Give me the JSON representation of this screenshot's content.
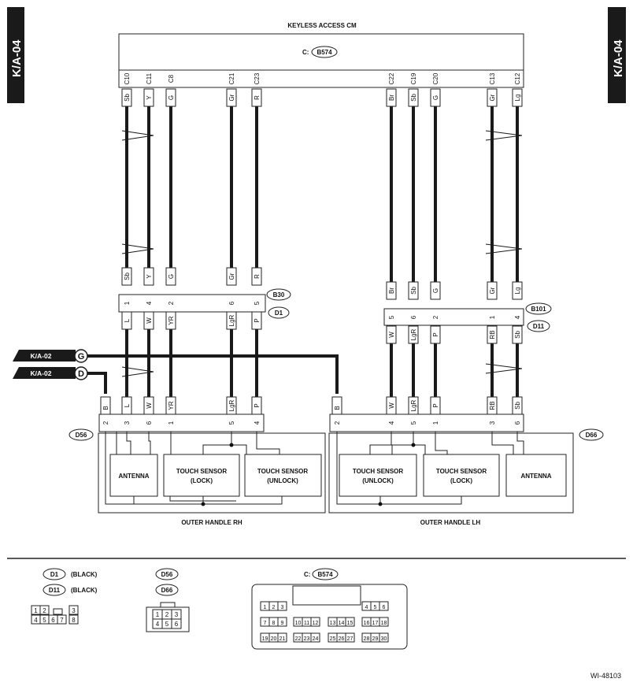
{
  "page_labels": {
    "left_tab": "K/A-04",
    "right_tab": "K/A-04",
    "footer_id": "WI-48103"
  },
  "module": {
    "title": "KEYLESS ACCESS CM",
    "conn_prefix": "C:",
    "conn_id": "B574"
  },
  "left_wires": [
    {
      "pin": "C10",
      "top": "Sb",
      "b30pin": "1",
      "mid": "L",
      "low": "L",
      "d56pin": "3"
    },
    {
      "pin": "C11",
      "top": "Y",
      "b30pin": "4",
      "mid": "W",
      "low": "W",
      "d56pin": "6"
    },
    {
      "pin": "C8",
      "top": "G",
      "b30pin": "2",
      "mid": "YR",
      "low": "YR",
      "d56pin": "1"
    },
    {
      "pin": "C21",
      "top": "Gr",
      "b30pin": "6",
      "mid": "LgR",
      "low": "LgR",
      "d56pin": "5"
    },
    {
      "pin": "C23",
      "top": "R",
      "b30pin": "5",
      "mid": "P",
      "low": "P",
      "d56pin": "4"
    }
  ],
  "right_wires": [
    {
      "pin": "C22",
      "top": "Br",
      "b101pin": "5",
      "mid": "W",
      "low": "W",
      "d66pin": "4"
    },
    {
      "pin": "C19",
      "top": "Sb",
      "b101pin": "6",
      "mid": "LgR",
      "low": "LgR",
      "d66pin": "5"
    },
    {
      "pin": "C20",
      "top": "G",
      "b101pin": "2",
      "mid": "P",
      "low": "P",
      "d66pin": "1"
    },
    {
      "pin": "C13",
      "top": "Gr",
      "b101pin": "1",
      "mid": "RB",
      "low": "RB",
      "d66pin": "3"
    },
    {
      "pin": "C12",
      "top": "Lg",
      "b101pin": "4",
      "mid": "Sb",
      "low": "Sb",
      "d66pin": "6"
    }
  ],
  "joints": {
    "b30": "B30",
    "d1": "D1",
    "b101": "B101",
    "d11": "D11"
  },
  "grounds": {
    "g_ref": "K/A-02",
    "g_letter": "G",
    "d_ref": "K/A-02",
    "d_letter": "D",
    "b_left": "B",
    "b_left_pin": "2",
    "b_right": "B",
    "b_right_pin": "2"
  },
  "rh": {
    "conn": "D56",
    "antenna": "ANTENNA",
    "lock1": "TOUCH SENSOR",
    "lock2": "(LOCK)",
    "unlock1": "TOUCH SENSOR",
    "unlock2": "(UNLOCK)",
    "label": "OUTER HANDLE RH"
  },
  "lh": {
    "conn": "D66",
    "unlock1": "TOUCH SENSOR",
    "unlock2": "(UNLOCK)",
    "lock1": "TOUCH SENSOR",
    "lock2": "(LOCK)",
    "antenna": "ANTENNA",
    "label": "OUTER HANDLE LH"
  },
  "legend": {
    "d1": "D1",
    "d11": "D11",
    "black1": "(BLACK)",
    "black2": "(BLACK)",
    "d56": "D56",
    "d66": "D66",
    "c_prefix": "C:",
    "b574": "B574",
    "small_pins": [
      "1",
      "2",
      "3",
      "4",
      "5",
      "6",
      "7",
      "8"
    ],
    "mid_pins": [
      "1",
      "2",
      "3",
      "4",
      "5",
      "6"
    ],
    "big_pins": [
      "1",
      "2",
      "3",
      "4",
      "5",
      "6",
      "7",
      "8",
      "9",
      "10",
      "11",
      "12",
      "13",
      "14",
      "15",
      "16",
      "17",
      "18",
      "19",
      "20",
      "21",
      "22",
      "23",
      "24",
      "25",
      "26",
      "27",
      "28",
      "29",
      "30"
    ]
  }
}
